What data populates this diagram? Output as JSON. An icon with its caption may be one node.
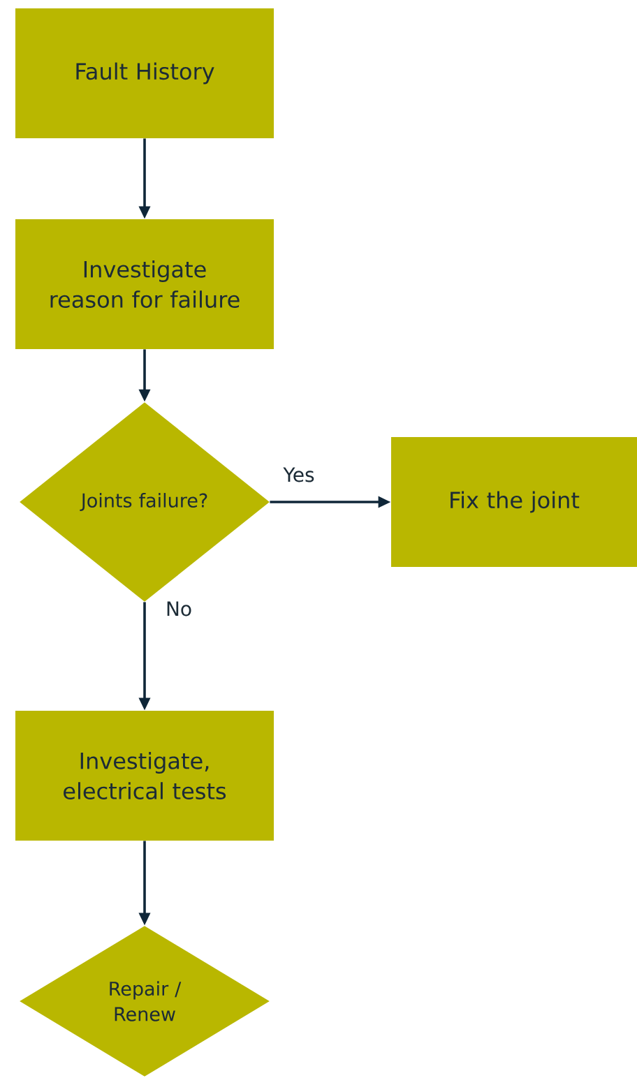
{
  "diagram": {
    "nodes": [
      {
        "text": [
          "Fault History"
        ]
      },
      {
        "text": [
          "Investigate reason for failure"
        ]
      },
      {
        "text": [
          "Joints failure?"
        ]
      },
      {
        "text": [
          "Fix the joint"
        ]
      },
      {
        "text": [
          "Investigate, electrical tests"
        ]
      },
      {
        "text": [
          "Repair / Renew"
        ]
      }
    ],
    "edges": [
      {
        "from": 0,
        "to": 1,
        "arrow": "to"
      },
      {
        "from": 1,
        "to": 2,
        "arrow": "to"
      },
      {
        "from": 2,
        "to": 3,
        "arrow": "to",
        "label": "Yes"
      },
      {
        "from": 2,
        "to": 4,
        "arrow": "to",
        "label": "No"
      },
      {
        "from": 4,
        "to": 5,
        "arrow": "to"
      }
    ]
  }
}
